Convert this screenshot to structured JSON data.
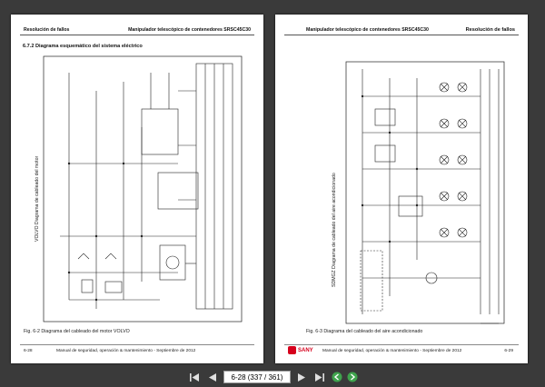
{
  "left_page": {
    "header_left": "Resolución de fallos",
    "header_right": "Manipulador telescópico de contenedores SRSC45C30",
    "section_title": "6.7.2 Diagrama esquemático del sistema eléctrico",
    "diagram_label": "VOLVO Diagrama de cableado del motor",
    "caption": "Fig. 6-2 Diagrama del cableado del motor VOLVO",
    "page_number": "6-28",
    "footer_text": "Manual de seguridad, operación & mantenimiento - Septiembre de 2012"
  },
  "right_page": {
    "header_left": "Manipulador telescópico de contenedores SRSC45C30",
    "header_right": "Resolución de fallos",
    "diagram_label": "SDMGZ Diagrama de cableado del aire acondicionado",
    "caption": "Fig. 6-3 Diagrama del cableado del aire acondicionado",
    "brand": "SANY",
    "footer_text": "Manual de seguridad, operación & mantenimiento - Septiembre de 2012",
    "page_number": "6-29"
  },
  "toolbar": {
    "page_indicator": "6-28 (337 / 361)",
    "icons": [
      "first-page-icon",
      "prev-page-icon",
      "page-field",
      "next-page-icon",
      "last-page-icon",
      "back-icon",
      "forward-icon"
    ]
  }
}
